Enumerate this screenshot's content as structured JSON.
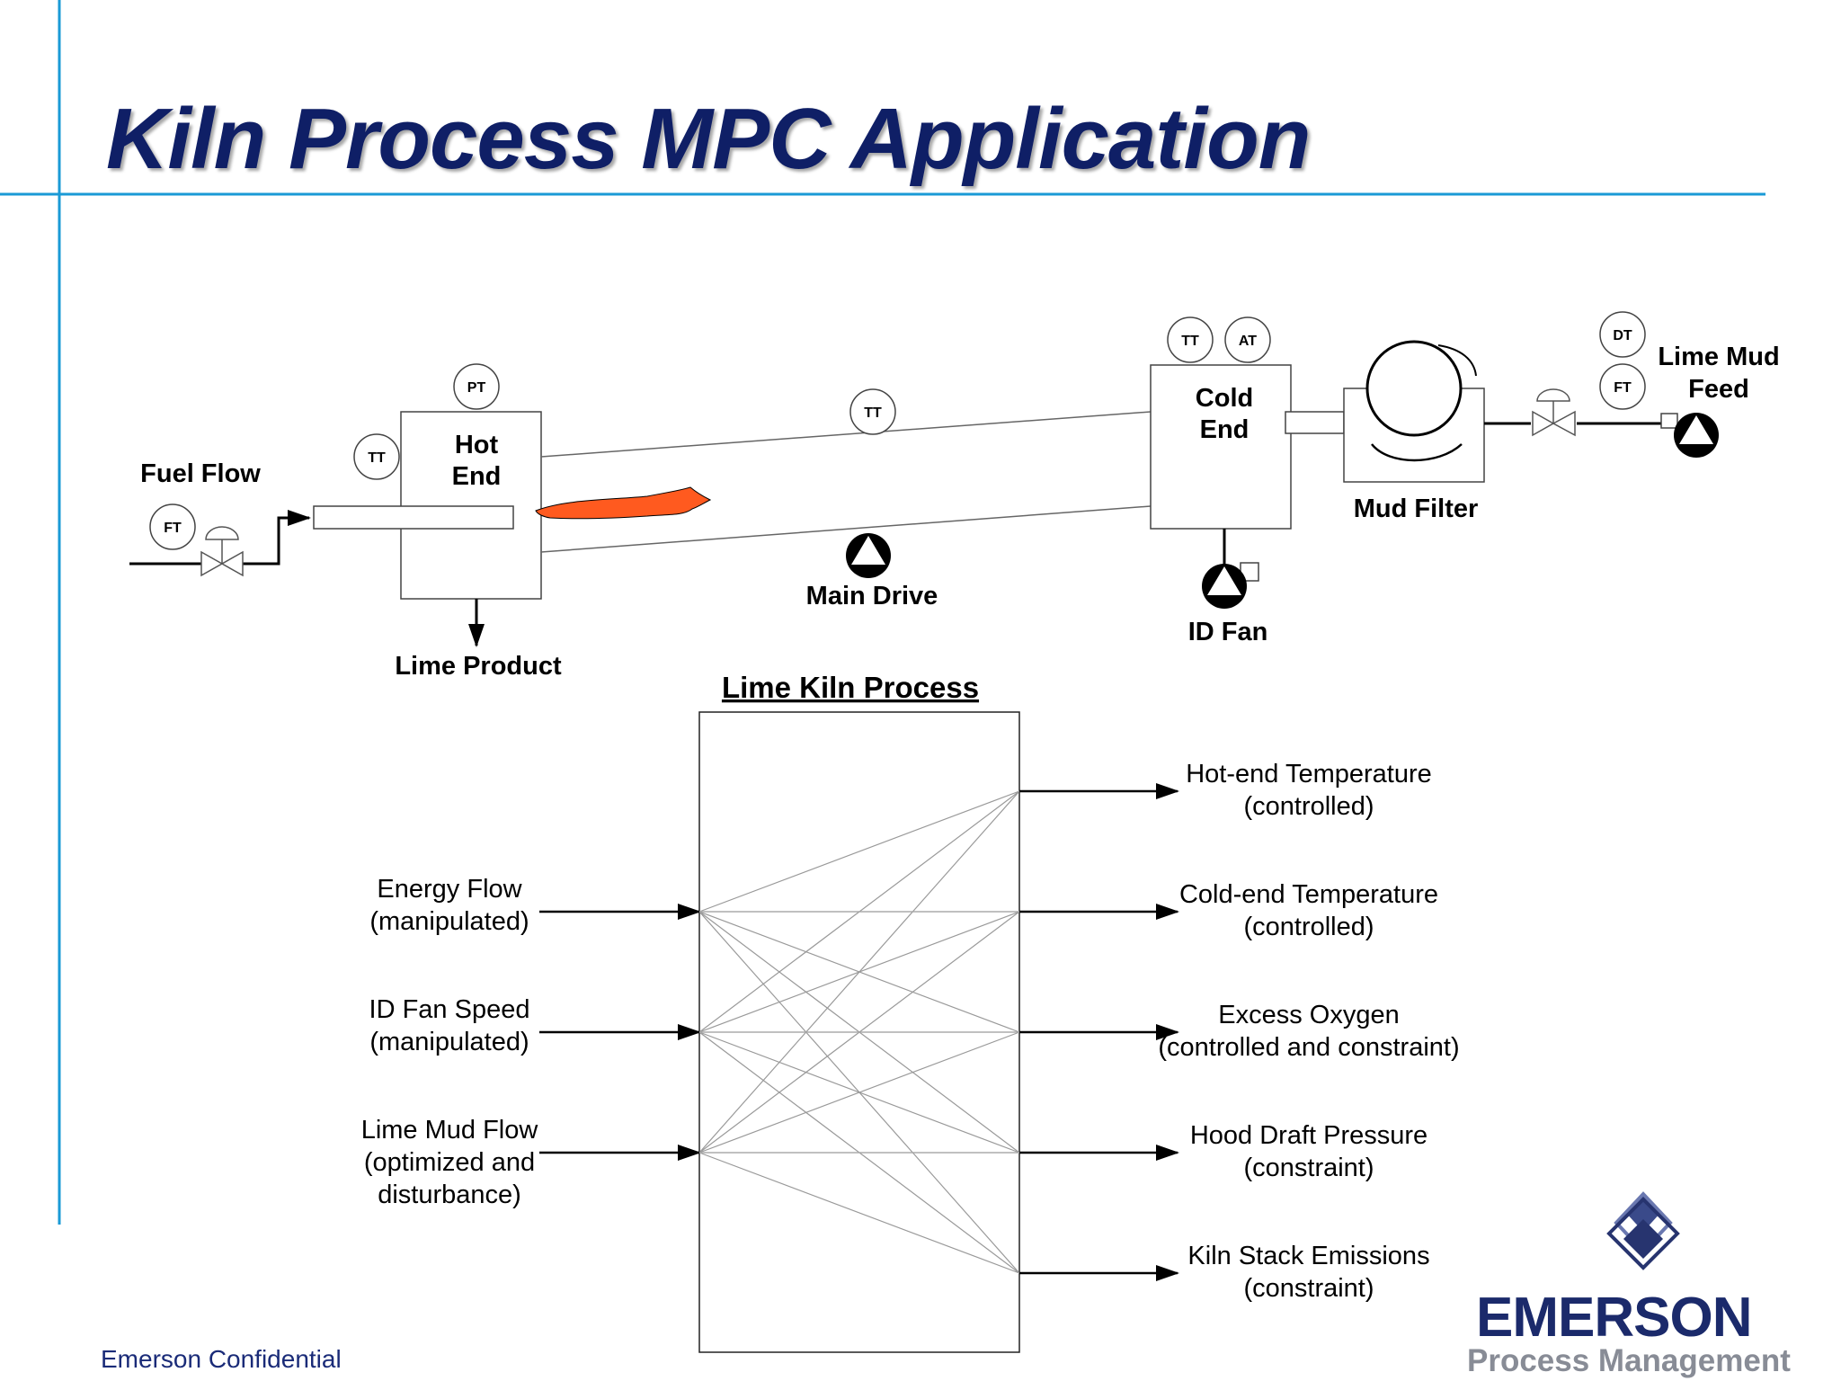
{
  "title": "Kiln Process MPC Application",
  "footer": "Emerson Confidential",
  "logo": {
    "word": "EMERSON",
    "sub": "Process Management"
  },
  "colors": {
    "title": "#0f1f66",
    "rule": "#1a9ad6",
    "flame": "#ff5a1f"
  },
  "process": {
    "fuel_flow": "Fuel Flow",
    "hot_end": [
      "Hot",
      "End"
    ],
    "cold_end": [
      "Cold",
      "End"
    ],
    "mud_filter": "Mud Filter",
    "lime_mud_feed": [
      "Lime Mud",
      "Feed"
    ],
    "main_drive": "Main Drive",
    "id_fan": "ID Fan",
    "lime_product": "Lime Product",
    "instruments": {
      "ft_fuel": "FT",
      "tt_hot": "TT",
      "pt_hot": "PT",
      "tt_mid": "TT",
      "tt_cold": "TT",
      "at_cold": "AT",
      "dt_feed": "DT",
      "ft_feed": "FT"
    }
  },
  "mpc": {
    "title": "Lime Kiln Process",
    "inputs": [
      {
        "line1": "Energy Flow",
        "line2": "(manipulated)",
        "line3": ""
      },
      {
        "line1": "ID Fan Speed",
        "line2": "(manipulated)",
        "line3": ""
      },
      {
        "line1": "Lime Mud Flow",
        "line2": "(optimized and",
        "line3": "disturbance)"
      }
    ],
    "outputs": [
      {
        "line1": "Hot-end Temperature",
        "line2": "(controlled)"
      },
      {
        "line1": "Cold-end Temperature",
        "line2": "(controlled)"
      },
      {
        "line1": "Excess Oxygen",
        "line2": "(controlled and constraint)"
      },
      {
        "line1": "Hood Draft Pressure",
        "line2": "(constraint)"
      },
      {
        "line1": "Kiln Stack Emissions",
        "line2": "(constraint)"
      }
    ]
  }
}
